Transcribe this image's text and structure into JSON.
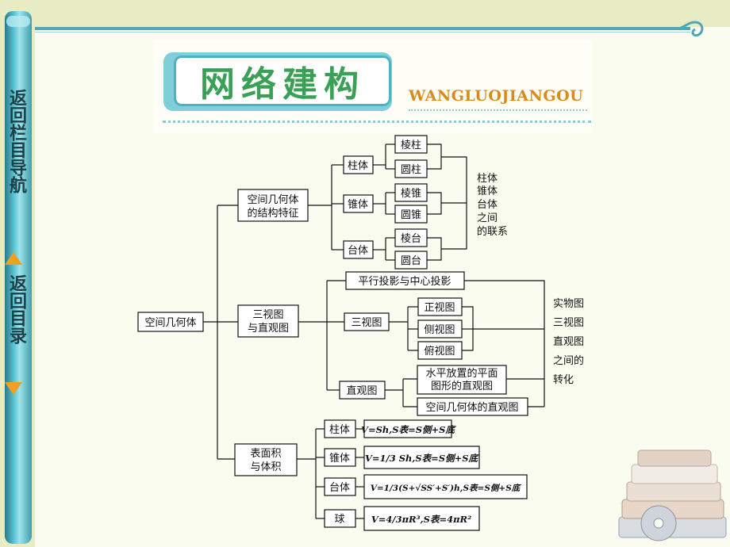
{
  "sidebar": {
    "nav_top": "返回栏目导航",
    "nav_bottom": "返回目录"
  },
  "banner": {
    "title": "网络建构",
    "subtitle": "WANGLUOJIANGOU"
  },
  "diagram": {
    "root": "空间几何体",
    "b1": {
      "label_line1": "空间几何体",
      "label_line2": "的结构特征",
      "zhuti": "柱体",
      "lengzhu": "棱柱",
      "yuanzhu": "圆柱",
      "zhuiti": "锥体",
      "lengzhui": "棱锥",
      "yuanzhui": "圆锥",
      "taiti": "台体",
      "lengtai": "棱台",
      "yuantai": "圆台",
      "link_text": [
        "柱体",
        "锥体",
        "台体",
        "之间",
        "的联系"
      ]
    },
    "b2": {
      "label_line1": "三视图",
      "label_line2": "与直观图",
      "pingxing": "平行投影与中心投影",
      "sanshitu": "三视图",
      "zheng": "正视图",
      "ce": "侧视图",
      "fu": "俯视图",
      "zhiguan": "直观图",
      "shuiping_line1": "水平放置的平面",
      "shuiping_line2": "图形的直观图",
      "kongjian": "空间几何体的直观图",
      "link_text": [
        "实物图",
        "三视图",
        "直观图",
        "之间的",
        "转化"
      ]
    },
    "b3": {
      "label_line1": "表面积",
      "label_line2": "与体积",
      "zhuti": "柱体",
      "zhuiti": "锥体",
      "taiti": "台体",
      "qiu": "球",
      "f_zhu": "V=Sh,S表=S侧+S底",
      "f_zhui": "V=1/3 Sh,S表=S侧+S底",
      "f_tai": "V=1/3(S+√SS′+S′)h,S表=S侧+S底",
      "f_qiu": "V=4/3πR³,S表=4πR²"
    }
  },
  "colors": {
    "sidebar": "#4fb8c6",
    "banner_title": "#3aa055",
    "banner_sub": "#d98a1c",
    "nav_arrow": "#f0a020"
  }
}
